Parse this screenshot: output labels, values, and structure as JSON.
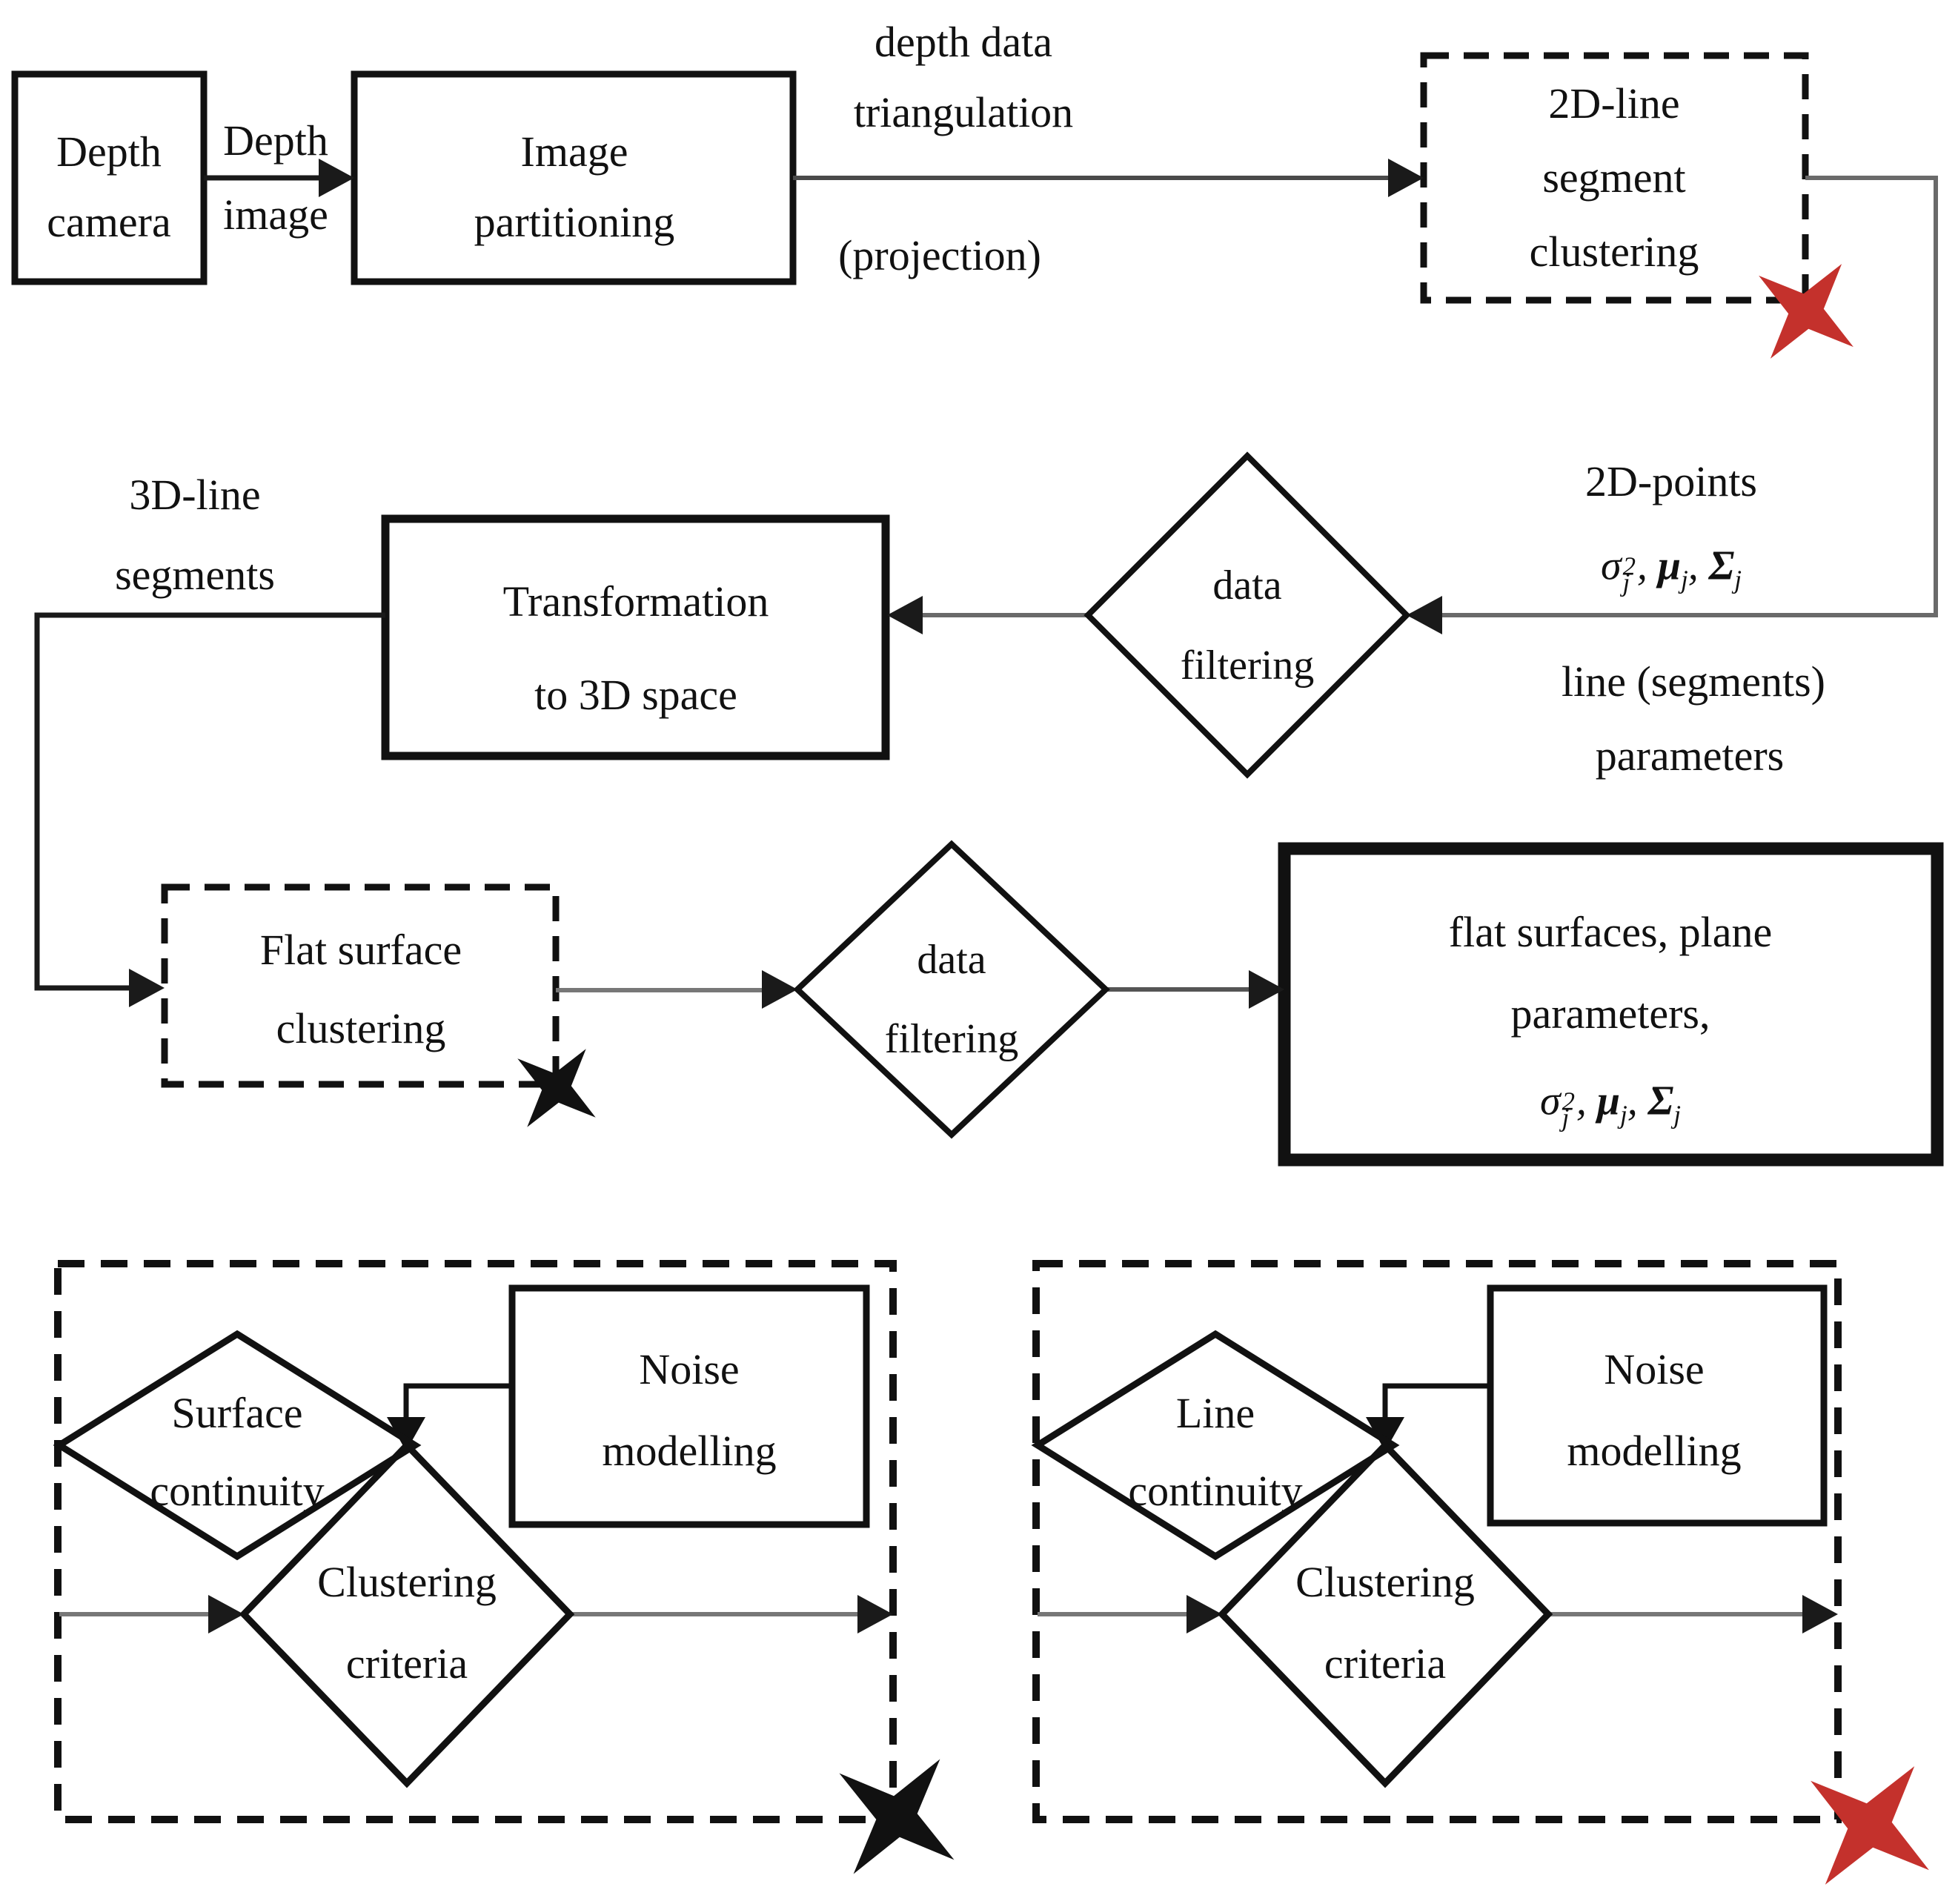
{
  "colors": {
    "ink": "#111111",
    "gray_line": "#777777",
    "dark_line": "#1a1a1a",
    "star_red": "#c4312c",
    "star_black": "#111111"
  },
  "diagram": {
    "depth_camera": {
      "lines": [
        "Depth",
        "camera"
      ]
    },
    "depth_image_label": {
      "lines": [
        "Depth",
        "image"
      ]
    },
    "image_partitioning": {
      "lines": [
        "Image",
        "partitioning"
      ]
    },
    "triangulation_label": {
      "lines": [
        "depth data",
        "triangulation"
      ]
    },
    "projection_label": {
      "lines": [
        "(projection)"
      ]
    },
    "line2d_clustering": {
      "lines": [
        "2D-line",
        "segment",
        "clustering"
      ]
    },
    "segments3d_label": {
      "lines": [
        "3D-line",
        "segments"
      ]
    },
    "transformation": {
      "lines": [
        "Transformation",
        "to 3D space"
      ]
    },
    "data_filtering_1": {
      "lines": [
        "data",
        "filtering"
      ]
    },
    "points2d_label": {
      "lines": [
        "2D-points"
      ]
    },
    "line_segments_label": {
      "lines": [
        "line (segments)",
        "parameters"
      ]
    },
    "flat_surface_clustering": {
      "lines": [
        "Flat surface",
        "clustering"
      ]
    },
    "data_filtering_2": {
      "lines": [
        "data",
        "filtering"
      ]
    },
    "flat_surfaces_box": {
      "lines": [
        "flat surfaces, plane",
        "parameters,"
      ]
    },
    "surface_continuity": {
      "lines": [
        "Surface",
        "continuity"
      ]
    },
    "clustering_criteria_left": {
      "lines": [
        "Clustering",
        "criteria"
      ]
    },
    "noise_modelling_left": {
      "lines": [
        "Noise",
        "modelling"
      ]
    },
    "line_continuity": {
      "lines": [
        "Line",
        "continuity"
      ]
    },
    "clustering_criteria_right": {
      "lines": [
        "Clustering",
        "criteria"
      ]
    },
    "noise_modelling_right": {
      "lines": [
        "Noise",
        "modelling"
      ]
    },
    "formula": {
      "parts": [
        {
          "t": "σ",
          "sub": "j",
          "sup": "2"
        },
        {
          "t": ", "
        },
        {
          "t": "μ",
          "sub": "j",
          "bold": true
        },
        {
          "t": ", "
        },
        {
          "t": "Σ",
          "sub": "j",
          "bold": true
        }
      ]
    }
  }
}
